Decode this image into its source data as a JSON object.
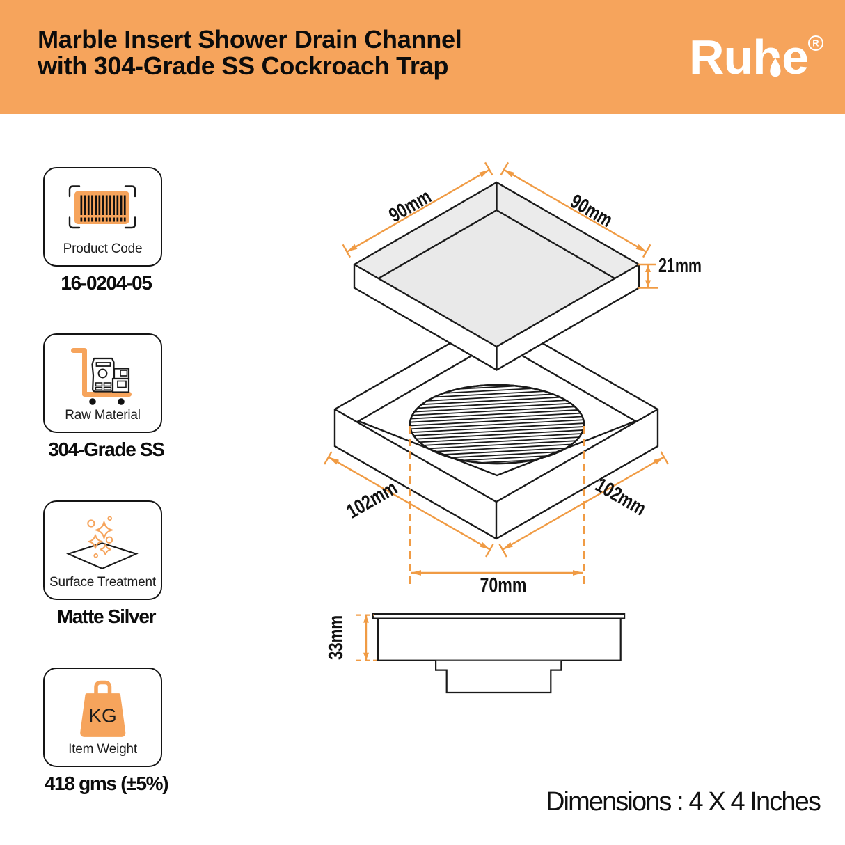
{
  "header": {
    "title_line1": "Marble Insert Shower Drain Channel",
    "title_line2": "with 304-Grade SS Cockroach Trap",
    "brand": "Ruhe",
    "registered": "R"
  },
  "sidebar": {
    "cards": [
      {
        "icon": "barcode-icon",
        "label": "Product Code",
        "value": "16-0204-05"
      },
      {
        "icon": "trolley-icon",
        "label": "Raw Material",
        "value": "304-Grade SS"
      },
      {
        "icon": "sparkle-diamond-icon",
        "label": "Surface Treatment",
        "value": "Matte Silver"
      },
      {
        "icon": "weight-icon",
        "label": "Item Weight",
        "value": "418 gms (±5%)",
        "icon_text": "KG"
      }
    ]
  },
  "diagram": {
    "dims": {
      "top_width": "90mm",
      "top_depth": "90mm",
      "top_height": "21mm",
      "base_width": "102mm",
      "base_depth": "102mm",
      "drain_width": "70mm",
      "side_height": "33mm"
    }
  },
  "footer": {
    "dimensions_label": "Dimensions : 4 X 4 Inches"
  },
  "colors": {
    "header_orange": "#F6A45C",
    "dimension_orange": "#F09B44",
    "ink": "#1a1a1a"
  }
}
